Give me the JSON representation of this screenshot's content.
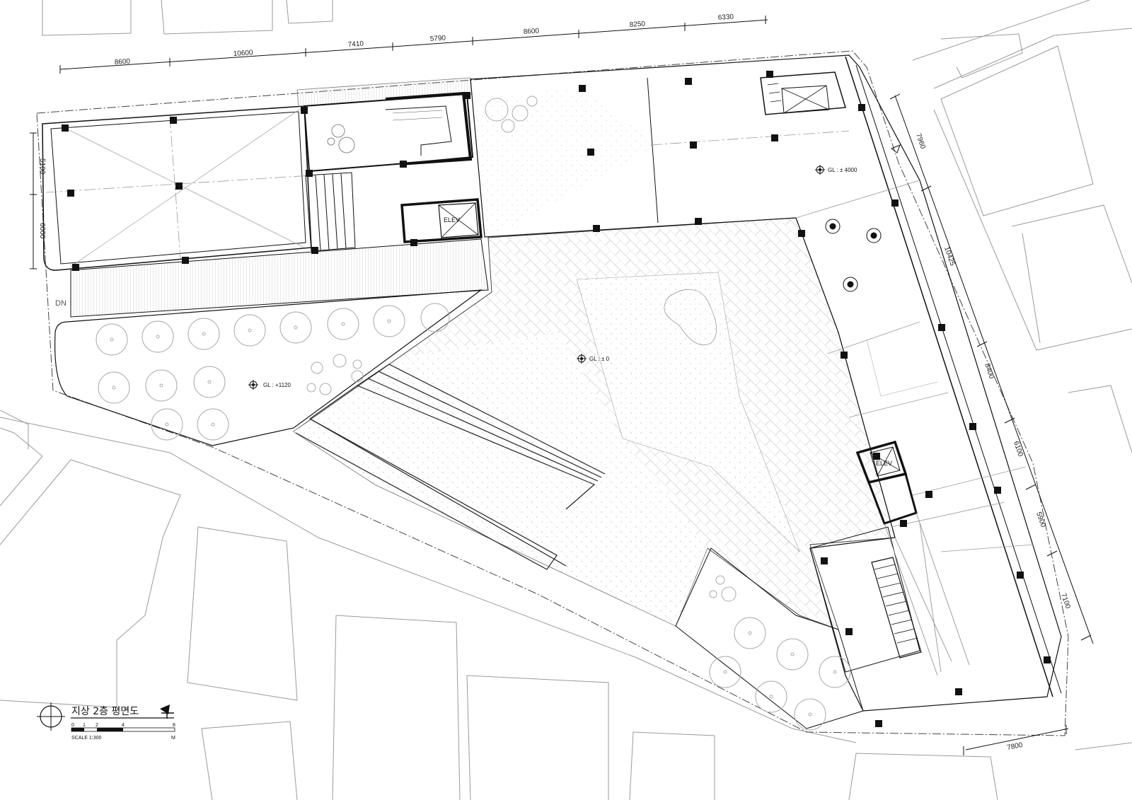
{
  "drawing": {
    "title": "지상 2층 평면도",
    "scale_label": "SCALE 1:300",
    "scale_ticks": [
      "0",
      "1",
      "2",
      "4",
      "8"
    ],
    "scale_unit": "M",
    "dn_label": "DN",
    "elev_labels": [
      "ELEV",
      "ELEV"
    ],
    "ground_levels": [
      "GL : ± 4000",
      "GL : ± 0",
      "GL : +1120"
    ],
    "top_dimensions": [
      "8600",
      "10600",
      "7410",
      "5790",
      "8600",
      "8250",
      "6330"
    ],
    "left_dimensions": [
      "5100",
      "6000"
    ],
    "right_dimensions": [
      "7960",
      "10425",
      "8400",
      "6100",
      "5900",
      "7100"
    ],
    "bottom_dimensions": [
      "7800"
    ]
  }
}
